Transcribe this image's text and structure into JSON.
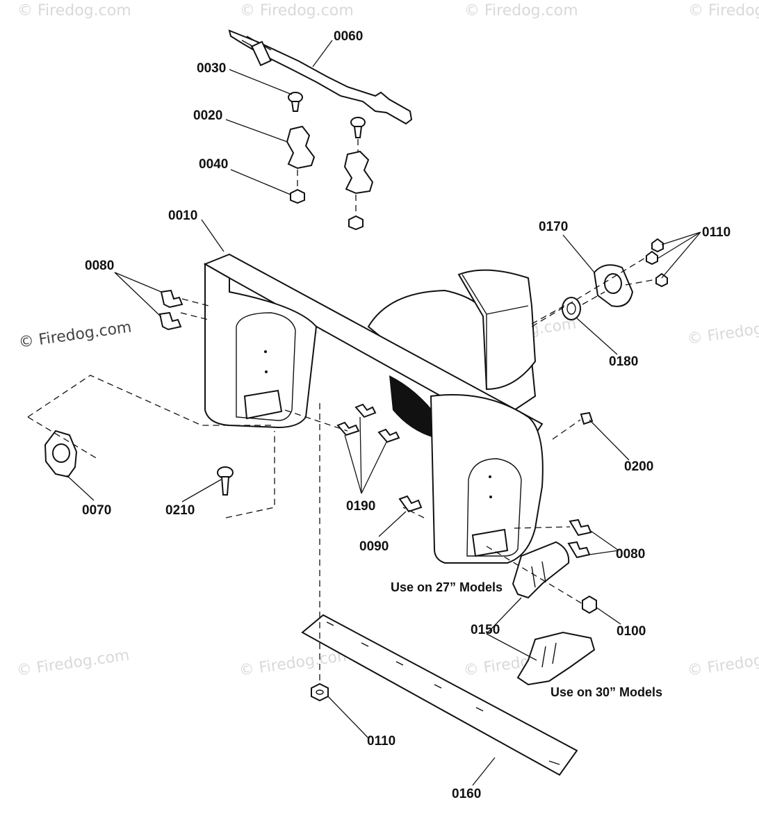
{
  "watermark": {
    "text": "© Firedog.com",
    "visible_text": "© Firedog.com"
  },
  "labels": {
    "p0060": "0060",
    "p0030": "0030",
    "p0020": "0020",
    "p0040": "0040",
    "p0010": "0010",
    "p0080_left": "0080",
    "p0170": "0170",
    "p0110_top": "0110",
    "p0180": "0180",
    "p0200": "0200",
    "p0070": "0070",
    "p0210": "0210",
    "p0190": "0190",
    "p0090": "0090",
    "p0080_right": "0080",
    "p0100": "0100",
    "p0150": "0150",
    "p0110_bottom": "0110",
    "p0160": "0160"
  },
  "notes": {
    "models_27": "Use on 27” Models",
    "models_30": "Use on 30” Models"
  }
}
